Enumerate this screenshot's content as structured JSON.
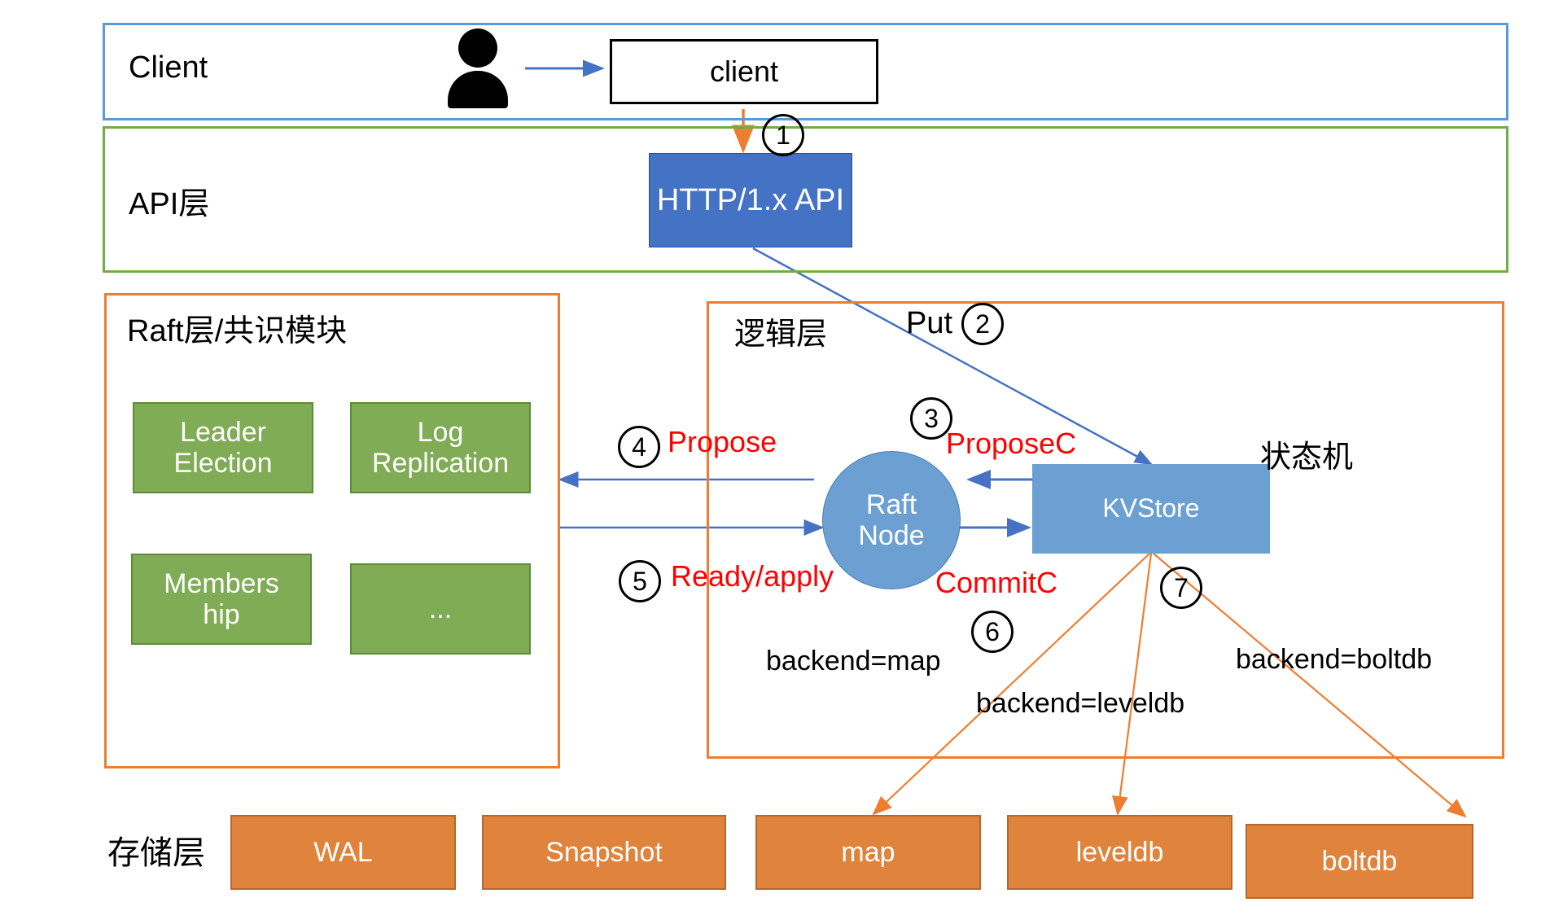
{
  "diagram": {
    "title": "Distributed KV Store Layered Architecture",
    "colors": {
      "client_frame": "#5B9BD5",
      "api_frame": "#70AD47",
      "raft_frame": "#ED7D31",
      "logic_frame": "#ED7D31",
      "api_box": "#4472C4",
      "green_box": "#7FAC55",
      "blue_node": "#6CA0D3",
      "storage_box": "#E0833C",
      "arrow_blue": "#4472C4",
      "arrow_orange": "#ED7D31",
      "red_text": "#FF0000"
    }
  },
  "layers": {
    "client": {
      "title": "Client"
    },
    "api": {
      "title": "API层"
    },
    "raft": {
      "title": "Raft层/共识模块"
    },
    "logic": {
      "title": "逻辑层"
    },
    "storage": {
      "title": "存储层"
    }
  },
  "nodes": {
    "client_box": "client",
    "api_box": "HTTP/1.x API",
    "raft_node": "Raft\nNode",
    "kvstore": "KVStore",
    "raft_modules": [
      {
        "label": "Leader\nElection"
      },
      {
        "label": "Log\nReplication"
      },
      {
        "label": "Members\nhip"
      },
      {
        "label": "..."
      }
    ],
    "storage_boxes": [
      {
        "label": "WAL"
      },
      {
        "label": "Snapshot"
      },
      {
        "label": "map"
      },
      {
        "label": "leveldb"
      },
      {
        "label": "boltdb"
      }
    ]
  },
  "annotations": {
    "state_machine": "状态机",
    "put": "Put",
    "propose": "Propose",
    "propose_c": "ProposeC",
    "ready_apply": "Ready/apply",
    "commit_c": "CommitC",
    "backend_map": "backend=map",
    "backend_leveldb": "backend=leveldb",
    "backend_boltdb": "backend=boltdb"
  },
  "steps": {
    "s1": "①",
    "s2": "②",
    "s3": "③",
    "s4": "④",
    "s5": "⑤",
    "s6": "⑥",
    "s7": "⑦",
    "n1": "1",
    "n2": "2",
    "n3": "3",
    "n4": "4",
    "n5": "5",
    "n6": "6",
    "n7": "7"
  }
}
